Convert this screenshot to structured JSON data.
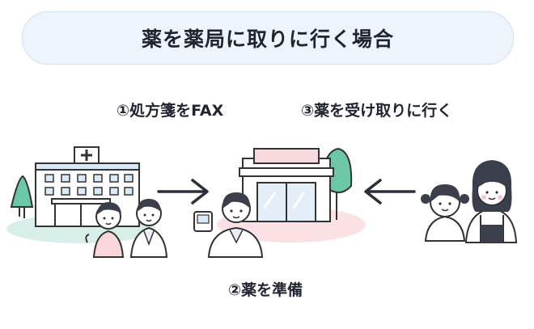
{
  "title": "薬を薬局に取りに行く場合",
  "steps": [
    {
      "label": "①処方箋をFAX"
    },
    {
      "label": "②薬を準備"
    },
    {
      "label": "③薬を受け取りに行く"
    }
  ],
  "icons": {
    "hospital": "hospital-building-icon",
    "pharmacy": "pharmacy-store-icon",
    "arrow_right": "arrow-right-icon",
    "arrow_left": "arrow-left-icon"
  },
  "colors": {
    "title_bg": "#eef4fb",
    "ground_green": "#d7efe8",
    "ground_pink": "#fbe1e4",
    "awning_pink": "#f7d9de",
    "line": "#333333",
    "tree": "#6cc7a6"
  }
}
